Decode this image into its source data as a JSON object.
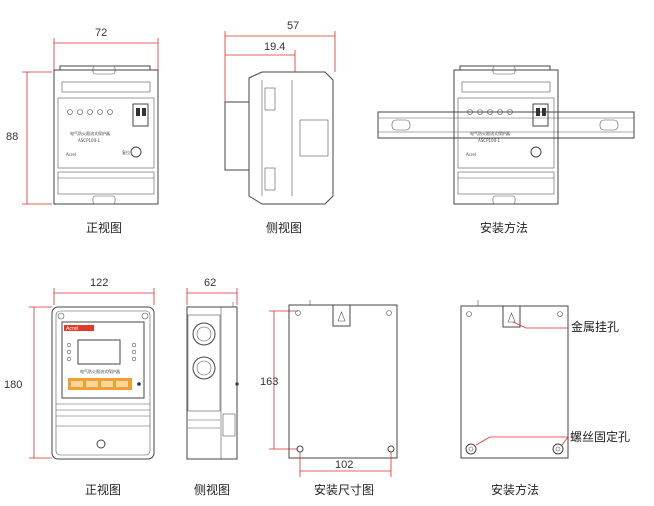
{
  "dims": {
    "d72": "72",
    "d88": "88",
    "d57": "57",
    "d194": "19.4",
    "d122": "122",
    "d180": "180",
    "d62": "62",
    "d163": "163",
    "d102": "102"
  },
  "captions": {
    "front1": "正视图",
    "side1": "侧视图",
    "install1": "安装方法",
    "front2": "正视图",
    "side2": "侧视图",
    "install_size": "安装尺寸图",
    "install2": "安装方法"
  },
  "callouts": {
    "hang_hole": "金属挂孔",
    "screw_hole": "螺丝固定孔"
  },
  "device": {
    "name_small": "电气防火限流式保护器",
    "model": "ASCP100-1",
    "brand": "Acrel",
    "reset_label": "复位",
    "name_large": "电气防火限流式保护器"
  },
  "colors": {
    "dimension_red": "#d9302b",
    "panel_red": "#e03a2a",
    "display_orange": "#f0a030"
  }
}
